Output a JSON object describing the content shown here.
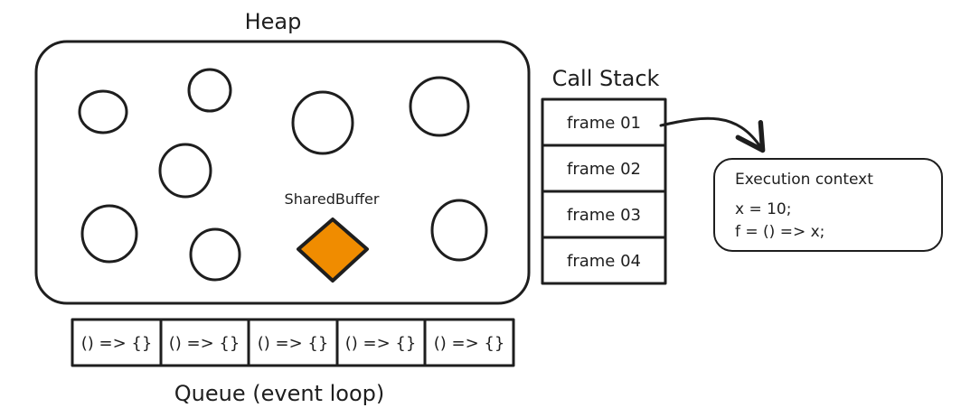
{
  "heap": {
    "title": "Heap",
    "shared_buffer_label": "SharedBuffer",
    "shared_buffer_color": "#f08c00",
    "object_count": 9
  },
  "call_stack": {
    "title": "Call Stack",
    "frames": [
      "frame 01",
      "frame 02",
      "frame 03",
      "frame 04"
    ]
  },
  "execution_context": {
    "title": "Execution context",
    "lines": [
      "x = 10;",
      "f = () => x;"
    ]
  },
  "queue": {
    "title": "Queue (event loop)",
    "items": [
      "() => {}",
      "() => {}",
      "() => {}",
      "() => {}",
      "() => {}"
    ]
  },
  "colors": {
    "stroke": "#1e1e1e",
    "background": "#ffffff",
    "accent": "#f08c00"
  }
}
